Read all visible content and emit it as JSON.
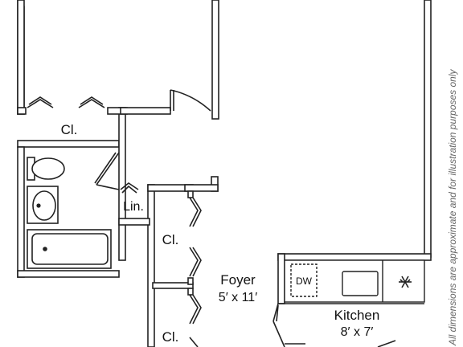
{
  "rooms": {
    "closet_top": "Cl.",
    "linen": "Lin.",
    "closet_mid": "Cl.",
    "closet_bottom": "Cl.",
    "foyer_name": "Foyer",
    "foyer_size": "5′ x 11′",
    "kitchen_name": "Kitchen",
    "kitchen_size": "8′ x 7′"
  },
  "appliances": {
    "dishwasher": "DW",
    "cooktop_icon": "snowflake-icon"
  },
  "disclaimer": "All dimensions are approximate and for illustration purposes only"
}
